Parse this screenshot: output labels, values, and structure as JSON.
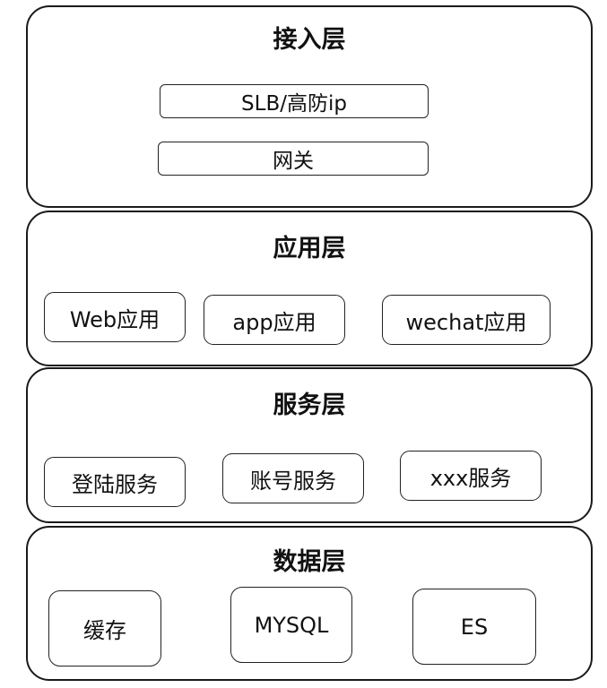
{
  "access_layer": {
    "title": "接入层",
    "items": [
      "SLB/高防ip",
      "网关"
    ]
  },
  "app_layer": {
    "title": "应用层",
    "items": [
      "Web应用",
      "app应用",
      "wechat应用"
    ]
  },
  "service_layer": {
    "title": "服务层",
    "items": [
      "登陆服务",
      "账号服务",
      "xxx服务"
    ]
  },
  "data_layer": {
    "title": "数据层",
    "items": [
      "缓存",
      "MYSQL",
      "ES"
    ]
  }
}
